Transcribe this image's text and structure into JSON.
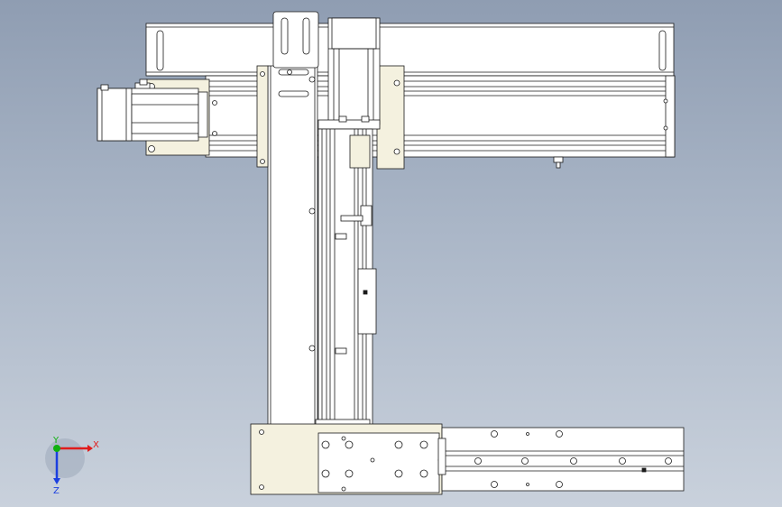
{
  "viewport": {
    "background_top": "#8f9db2",
    "background_bottom": "#c9d1dc",
    "part_fill": "#ffffff",
    "cream_fill": "#f4f1df",
    "line_color": "#1a1a1a"
  },
  "triad": {
    "x_label": "X",
    "y_label": "Y",
    "z_label": "Z",
    "x_color": "#e01b1b",
    "y_color": "#10b010",
    "z_color": "#1b3fe0"
  }
}
